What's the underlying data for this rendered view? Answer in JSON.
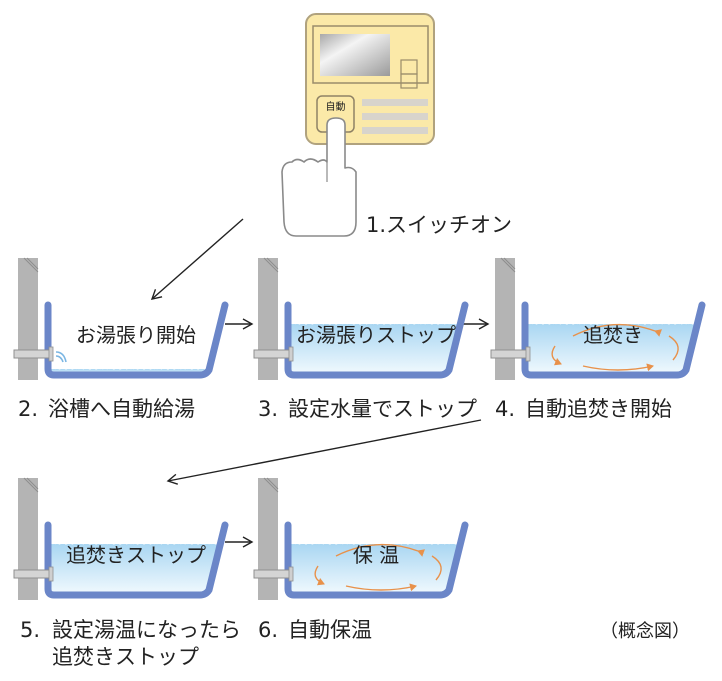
{
  "colors": {
    "panel_fill": "#fbe9a8",
    "panel_stroke": "#b9a77a",
    "tub_outline": "#6b86c8",
    "wall": "#b4b4b4",
    "water_top": "#a9d6f2",
    "water_bottom": "#eef8fd",
    "circulation_arrow": "#e8914a",
    "text": "#222222"
  },
  "remote": {
    "auto_button_label": "自動"
  },
  "steps": [
    {
      "number": "1.",
      "caption": "スイッチオン"
    },
    {
      "number": "2.",
      "caption": "浴槽へ自動給湯",
      "tub_label": "お湯張り開始",
      "water_level": 0.1
    },
    {
      "number": "3.",
      "caption": "設定水量でストップ",
      "tub_label": "お湯張りストップ",
      "water_level": 0.85
    },
    {
      "number": "4.",
      "caption": "自動追焚き開始",
      "tub_label": "追焚き",
      "water_level": 0.85
    },
    {
      "number": "5.",
      "caption": "設定湯温になったら",
      "caption_line2": "追焚きストップ",
      "tub_label": "追焚きストップ",
      "water_level": 0.85
    },
    {
      "number": "6.",
      "caption": "自動保温",
      "tub_label": "保 温",
      "water_level": 0.85
    }
  ],
  "note": "（概念図）"
}
